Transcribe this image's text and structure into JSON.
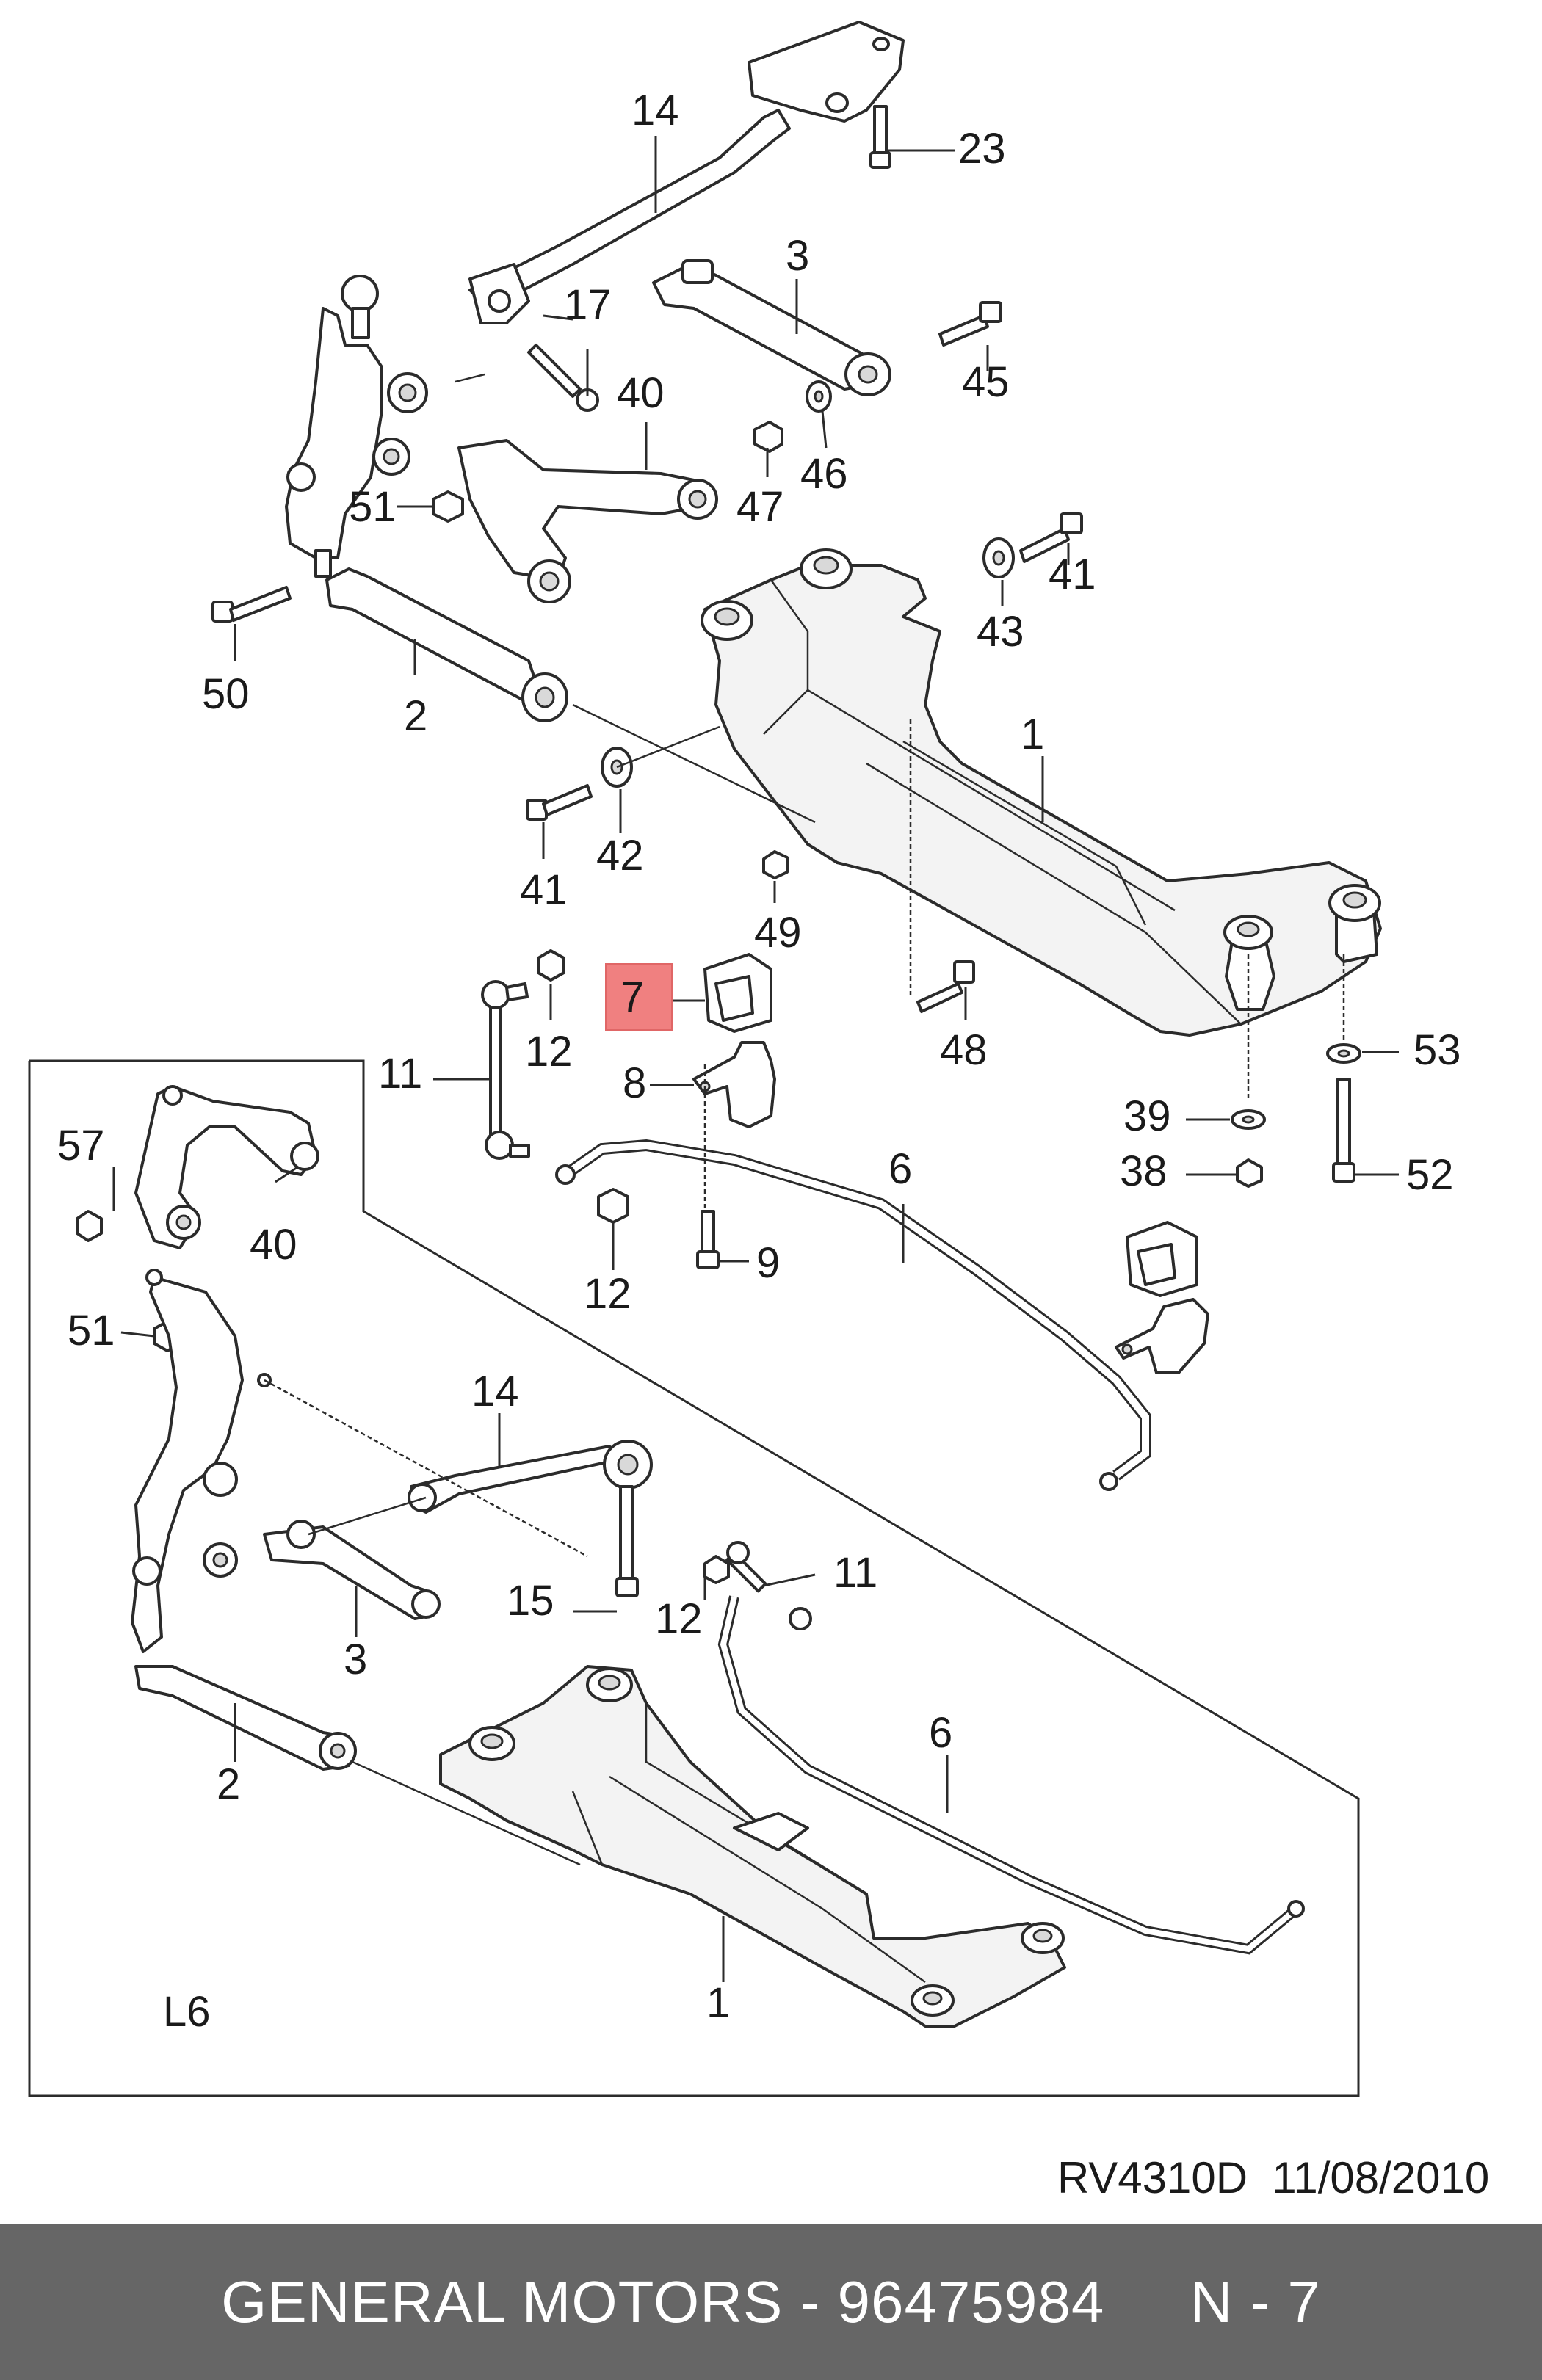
{
  "diagram": {
    "labels": {
      "upper": {
        "l14": "14",
        "l23": "23",
        "l3": "3",
        "l17": "17",
        "l40": "40",
        "l45": "45",
        "l46": "46",
        "l47": "47",
        "l51": "51",
        "l41a": "41",
        "l43": "43",
        "l50": "50",
        "l2": "2",
        "l1": "1",
        "l41b": "41",
        "l42": "42",
        "l49": "49",
        "l48": "48",
        "l53": "53",
        "l39": "39",
        "l38": "38",
        "l52": "52",
        "l7": "7",
        "l8": "8",
        "l11": "11",
        "l12a": "12",
        "l12b": "12",
        "l9": "9",
        "l6": "6"
      },
      "inset": {
        "l57": "57",
        "l40": "40",
        "l51": "51",
        "l14": "14",
        "l15": "15",
        "l12": "12",
        "l11": "11",
        "l3": "3",
        "l2": "2",
        "l6": "6",
        "l1": "1",
        "variant": "L6"
      }
    },
    "highlight": {
      "part": "7",
      "color": "#f08080"
    },
    "drawing_code": "RV4310D  11/08/2010"
  },
  "footer": {
    "text": "GENERAL MOTORS - 96475984     N - 7",
    "background": "#666666"
  }
}
